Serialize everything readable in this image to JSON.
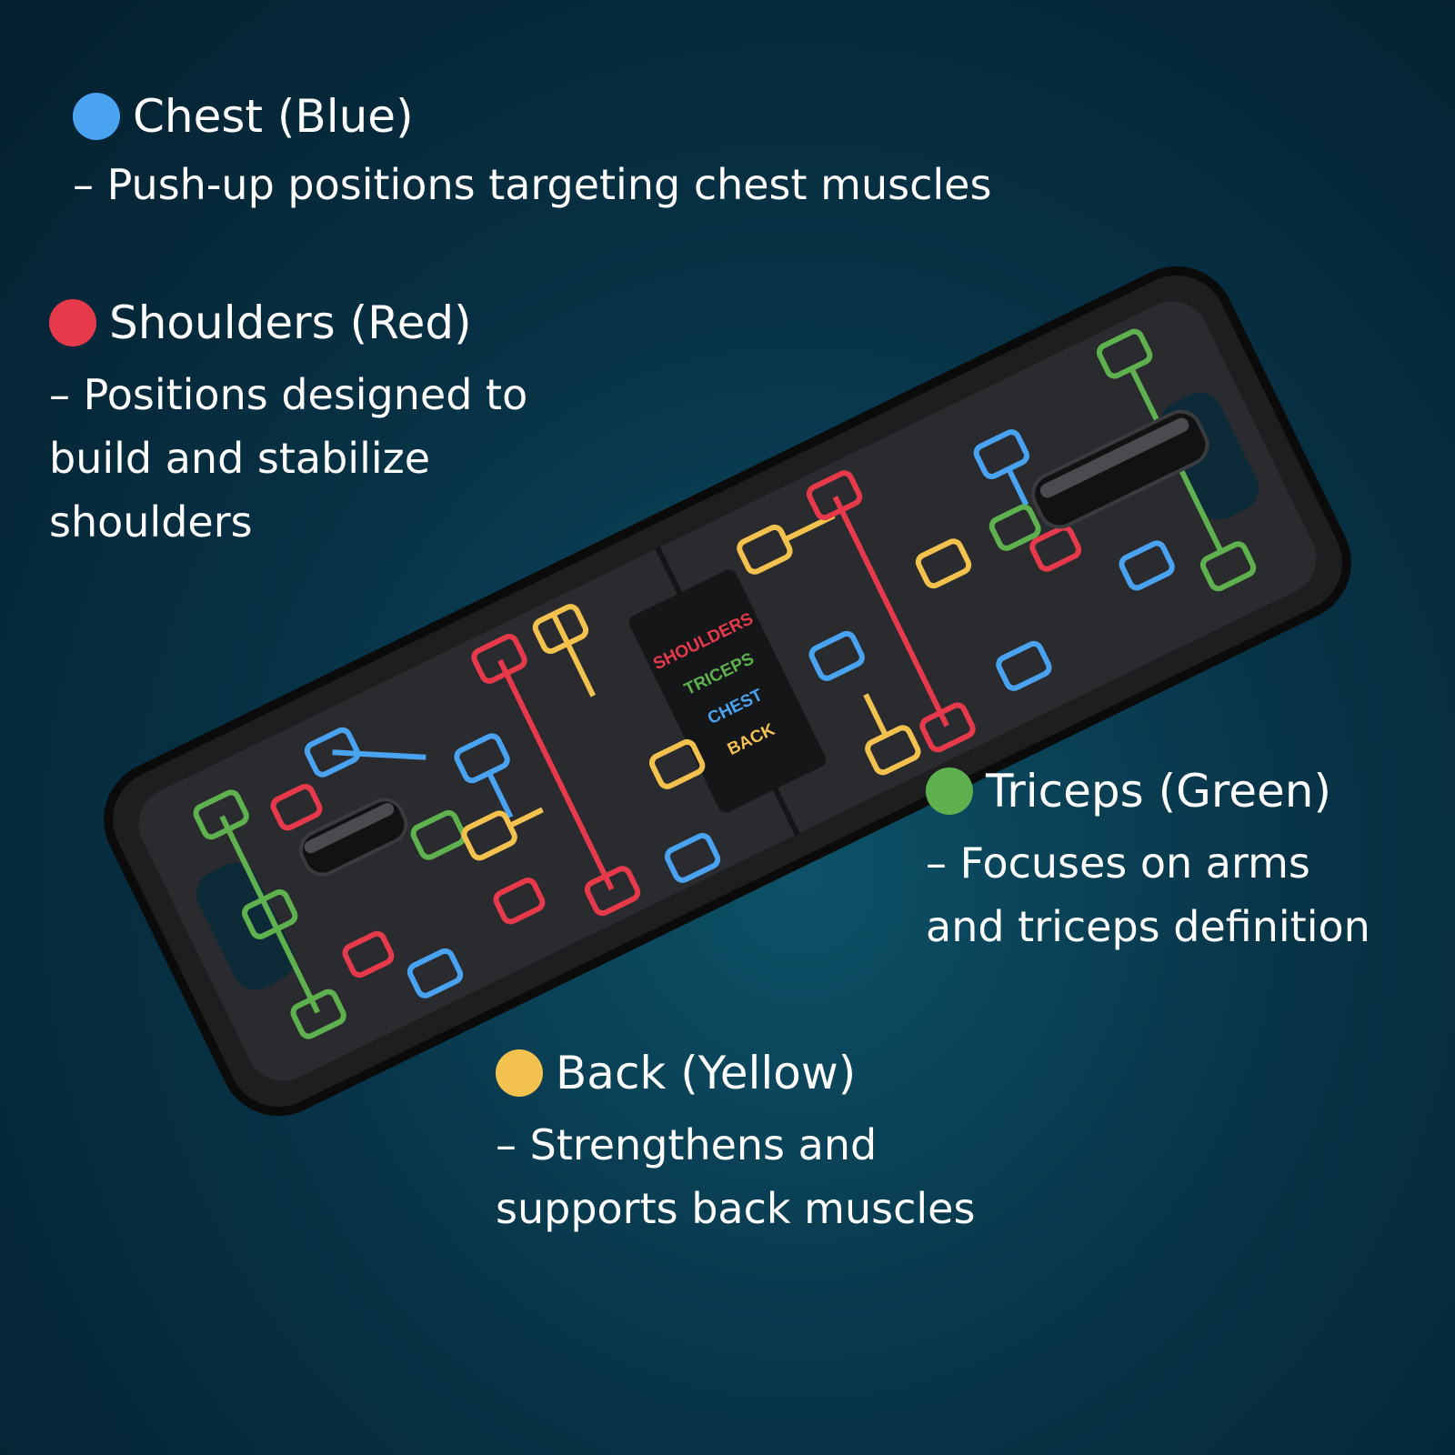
{
  "colors": {
    "blue": "#4aa3f0",
    "red": "#e63a4c",
    "green": "#5fb04e",
    "yellow": "#f2c14e",
    "board": "#1d1e20",
    "background": "#083347"
  },
  "callouts": {
    "chest": {
      "title": "Chest (Blue)",
      "desc": "– Push-up positions targeting chest muscles"
    },
    "shoulders": {
      "title": "Shoulders (Red)",
      "desc_lines": [
        "– Positions designed to",
        "build and stabilize",
        "shoulders"
      ]
    },
    "triceps": {
      "title": "Triceps (Green)",
      "desc_lines": [
        "– Focuses on arms",
        "and triceps definition"
      ]
    },
    "back": {
      "title": "Back (Yellow)",
      "desc_lines": [
        "– Strengthens and",
        "supports back muscles"
      ]
    }
  },
  "board": {
    "labels": [
      "SHOULDERS",
      "TRICEPS",
      "CHEST",
      "BACK"
    ]
  }
}
